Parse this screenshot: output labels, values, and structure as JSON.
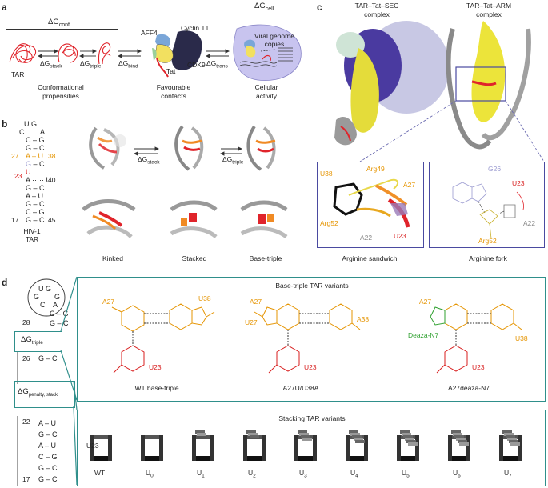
{
  "panel_a": {
    "label": "a",
    "dg_cell": "ΔG",
    "dg_cell_sub": "cell",
    "dg_conf": "ΔG",
    "dg_conf_sub": "conf",
    "tar": "TAR",
    "dg_stack": "ΔG",
    "dg_stack_sub": "stack",
    "dg_triple": "ΔG",
    "dg_triple_sub": "triple",
    "conformational_line1": "Conformational",
    "conformational_line2": "propensities",
    "dg_bind": "ΔG",
    "dg_bind_sub": "bind",
    "aff4": "AFF4",
    "cyclin": "Cyclin T1",
    "cdk9": "CDK9",
    "tat": "Tat",
    "favourable_line1": "Favourable",
    "favourable_line2": "contacts",
    "dg_trans": "ΔG",
    "dg_trans_sub": "trans",
    "viral_line1": "Viral genome",
    "viral_line2": "copies",
    "cellular_line1": "Cellular",
    "cellular_line2": "activity"
  },
  "panel_b": {
    "label": "b",
    "hiv_line1": "HIV-1",
    "hiv_line2": "TAR",
    "num_27": "27",
    "num_38": "38",
    "num_40": "40",
    "num_23": "23",
    "num_17": "17",
    "num_45": "45",
    "kinked": "Kinked",
    "stacked": "Stacked",
    "base_triple": "Base-triple"
  },
  "panel_c": {
    "label": "c",
    "sec_line1": "TAR–Tat–SEC",
    "sec_line2": "complex",
    "arm_line1": "TAR–Tat–ARM",
    "arm_line2": "complex",
    "sandwich_caption": "Arginine sandwich",
    "fork_caption": "Arginine fork",
    "u38": "U38",
    "arg49": "Arg49",
    "a27": "A27",
    "arg52": "Arg52",
    "a22": "A22",
    "u23": "U23",
    "g26": "G26",
    "fork_u23": "U23",
    "fork_arg52": "Arg52",
    "fork_a22": "A22"
  },
  "panel_d": {
    "label": "d",
    "num_28": "28",
    "num_26": "26",
    "num_22": "22",
    "num_17": "17",
    "dg_triple": "ΔG",
    "dg_triple_sub": "triple",
    "dg_penalty": "ΔG",
    "dg_penalty_sub": "penalty, stack",
    "bt_title": "Base-triple TAR variants",
    "wt_caption": "WT base-triple",
    "a27u_caption": "A27U/U38A",
    "deaza_caption": "A27deaza-N7",
    "bt1_a27": "A27",
    "bt1_u38": "U38",
    "bt1_u23": "U23",
    "bt2_a27": "A27",
    "bt2_u27": "U27",
    "bt2_a38": "A38",
    "bt2_u23": "U23",
    "bt3_a27": "A27",
    "bt3_deaza": "Deaza-N7",
    "bt3_u38": "U38",
    "bt3_u23": "U23",
    "stack_title": "Stacking TAR variants",
    "stack_labels": [
      "WT",
      "U",
      "U",
      "U",
      "U",
      "U",
      "U",
      "U",
      "U"
    ],
    "stack_subs": [
      "",
      "0",
      "1",
      "2",
      "3",
      "4",
      "5",
      "6",
      "7"
    ],
    "wt_u23": "U23"
  },
  "colors": {
    "teal": "#2f8f8b",
    "blue_box": "#4a4aa0",
    "orange": "#e59400",
    "red": "#d81e1e",
    "green": "#2fa02f",
    "lavender": "#b7b7e6",
    "yellow": "#f2ea3a"
  }
}
